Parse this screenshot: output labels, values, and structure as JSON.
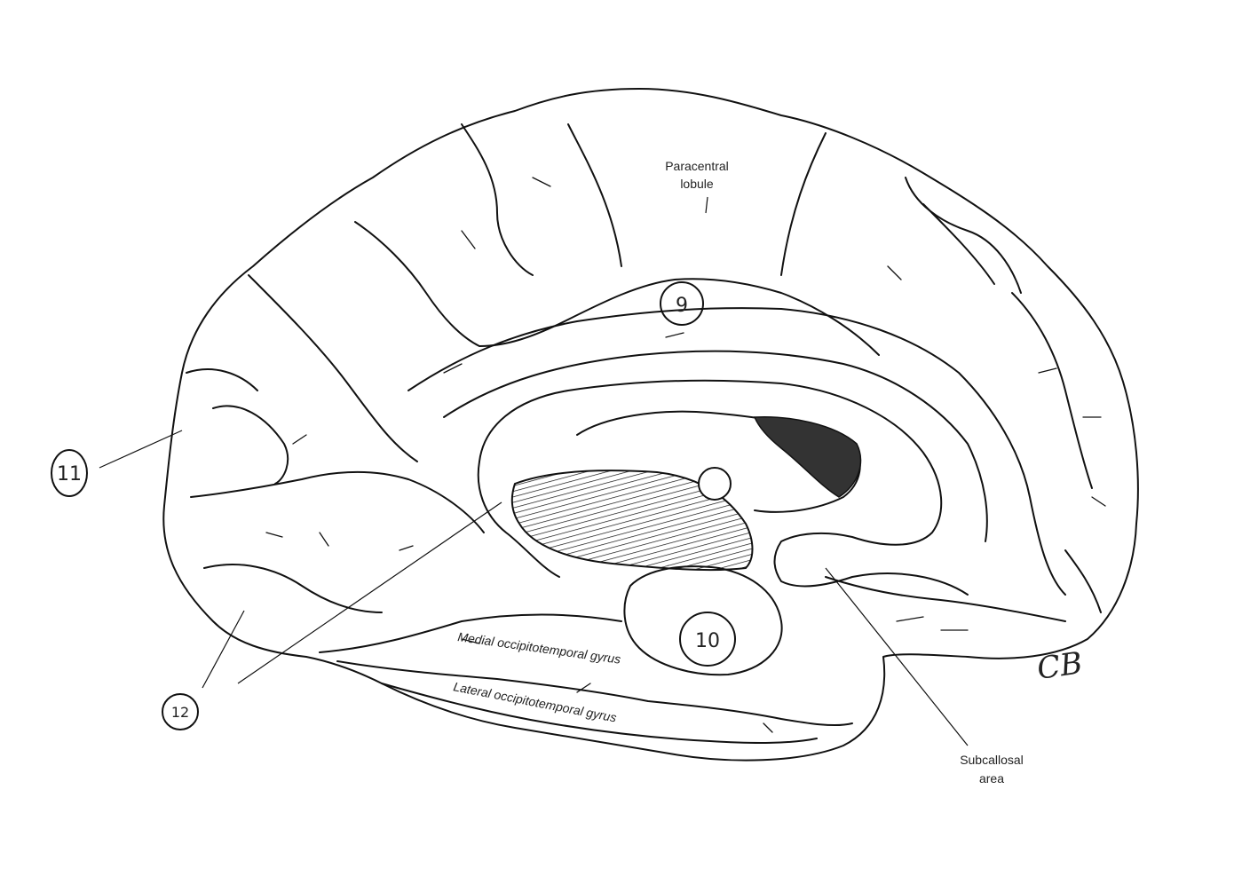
{
  "diagram": {
    "labels": {
      "paracentral_line1": "Paracentral",
      "paracentral_line2": "lobule",
      "medial_occipitotemporal": "Medial occipitotemporal gyrus",
      "lateral_occipitotemporal": "Lateral occipitotemporal gyrus",
      "subcallosal_line1": "Subcallosal",
      "subcallosal_line2": "area"
    },
    "markers": {
      "m9": "9",
      "m10": "10",
      "m11": "11",
      "m12": "12"
    },
    "signature": "CB"
  }
}
